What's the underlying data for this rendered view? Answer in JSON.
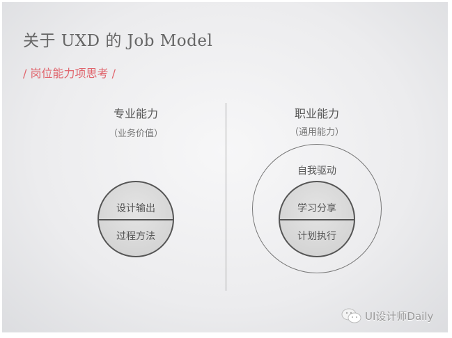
{
  "title": "关于 UXD 的 Job Model",
  "subtitle": "/ 岗位能力项思考 /",
  "left": {
    "title": "专业能力",
    "subtitle": "（业务价值）",
    "top": "设计输出",
    "bottom": "过程方法"
  },
  "right": {
    "title": "职业能力",
    "subtitle": "（通用能力）",
    "outer": "自我驱动",
    "top": "学习分享",
    "bottom": "计划执行"
  },
  "watermark": {
    "icon": "wechat-icon",
    "text": "UI设计师Daily"
  },
  "colors": {
    "accent": "#e0646c",
    "text": "#555555"
  }
}
